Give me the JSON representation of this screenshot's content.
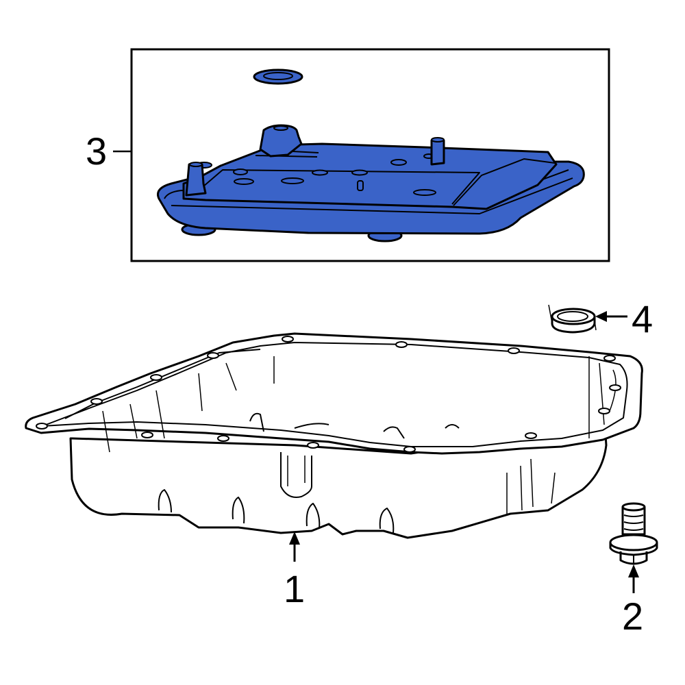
{
  "diagram": {
    "type": "exploded-parts-diagram",
    "colors": {
      "highlight_fill": "#3a63c8",
      "outline": "#000000",
      "background": "#ffffff",
      "part_fill": "#ffffff"
    },
    "callouts": [
      {
        "number": "1",
        "part": "transmission-pan"
      },
      {
        "number": "2",
        "part": "pan-bolt"
      },
      {
        "number": "3",
        "part": "filter-kit-highlighted"
      },
      {
        "number": "4",
        "part": "seal-ring"
      }
    ],
    "labels": {
      "c1": "1",
      "c2": "2",
      "c3": "3",
      "c4": "4"
    }
  }
}
